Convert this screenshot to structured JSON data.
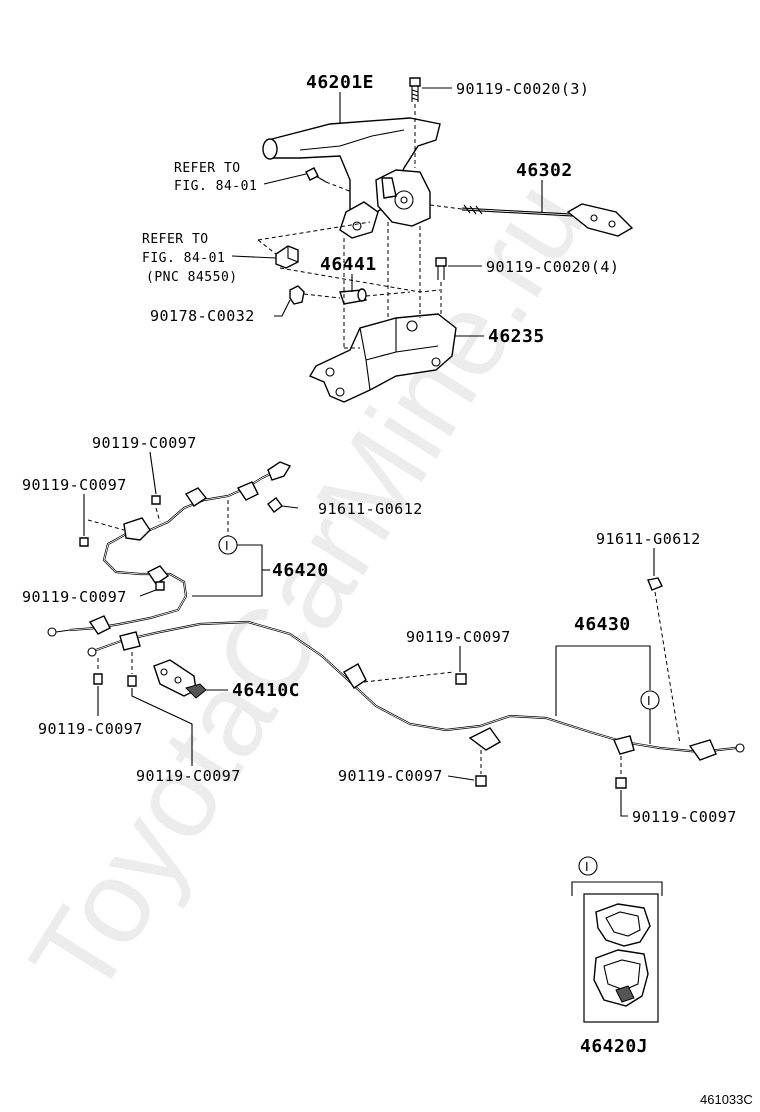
{
  "watermark": "ToyotaCarMine.ru",
  "figure_code": "461033C",
  "callouts": {
    "lever": "46201E",
    "lever_bolt": "90119-C0020(3)",
    "refer1_line1": "REFER TO",
    "refer1_line2": "FIG. 84-01",
    "rod": "46302",
    "refer2_line1": "REFER TO",
    "refer2_line2": "FIG. 84-01",
    "refer2_line3": "(PNC 84550)",
    "spacer": "46441",
    "bracket_bolt": "90119-C0020(4)",
    "bushing": "90178-C0032",
    "bracket": "46235",
    "c1_top": "90119-C0097",
    "c1_left": "90119-C0097",
    "c1_screw": "91611-G0612",
    "cable_no1": "46420",
    "c1_lower": "90119-C0097",
    "right_screw": "91611-G0612",
    "cable_no2": "46430",
    "mid_bolt": "90119-C0097",
    "clamp": "46410C",
    "bl1": "90119-C0097",
    "bl2": "90119-C0097",
    "bm": "90119-C0097",
    "br": "90119-C0097",
    "clip_ref_mark": "I",
    "cable_mark1": "I",
    "cable_mark2": "I",
    "inset_part": "46420J"
  }
}
